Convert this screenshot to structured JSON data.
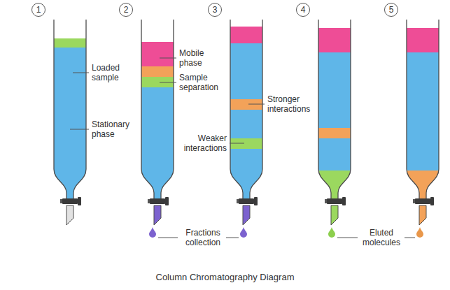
{
  "diagram": {
    "caption": "Column Chromatography Diagram",
    "labels": [
      "1",
      "2",
      "3",
      "4",
      "5",
      "Loaded sample",
      "Stationary phase",
      "Mobile phase",
      "Sample separation",
      "Stronger interactions",
      "Weaker interactions",
      "Fractions collection",
      "Eluted molecules"
    ]
  }
}
